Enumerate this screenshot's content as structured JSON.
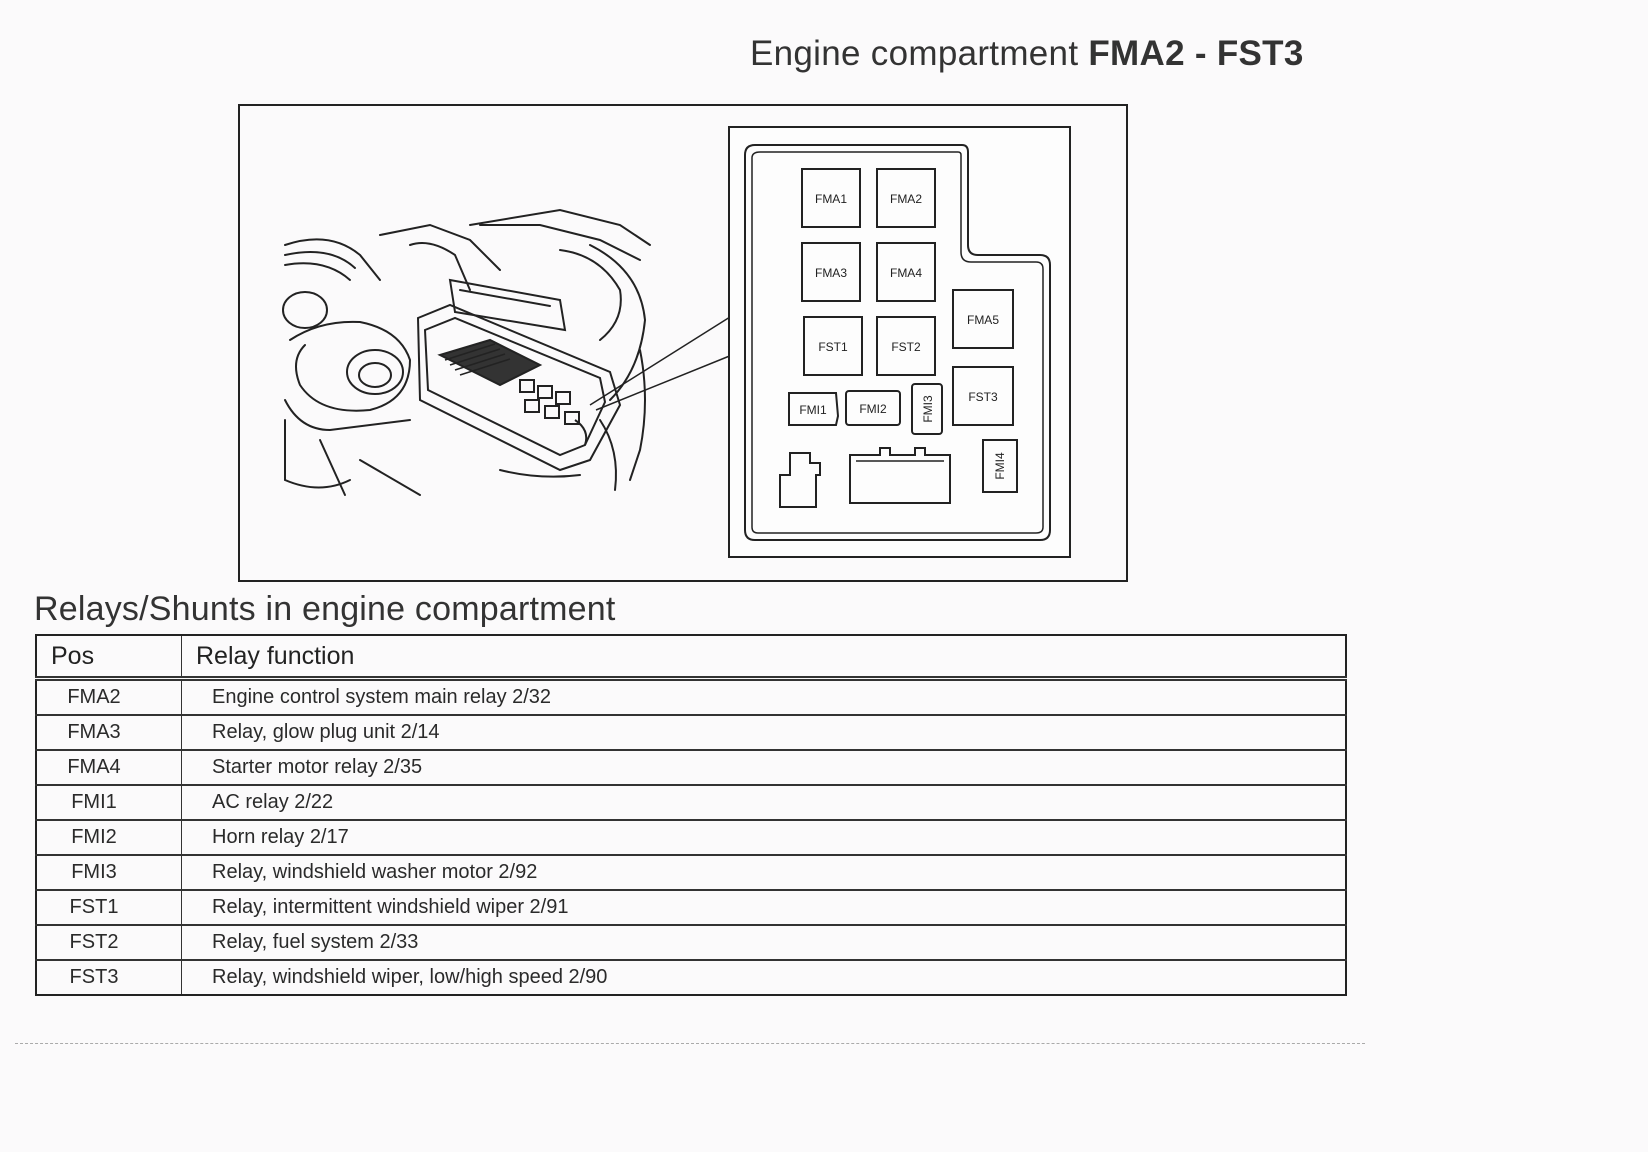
{
  "header": {
    "title_prefix": "Engine compartment ",
    "title_code": "FMA2 - FST3"
  },
  "diagram": {
    "fuses": {
      "fma1": "FMA1",
      "fma2": "FMA2",
      "fma3": "FMA3",
      "fma4": "FMA4",
      "fma5": "FMA5",
      "fst1": "FST1",
      "fst2": "FST2",
      "fst3": "FST3",
      "fmi1": "FMI1",
      "fmi2": "FMI2",
      "fmi3": "FMI3",
      "fmi4": "FMI4"
    }
  },
  "relays": {
    "heading": "Relays/Shunts in engine compartment",
    "columns": {
      "pos": "Pos",
      "function": "Relay function"
    },
    "rows": [
      {
        "pos": "FMA2",
        "function": "Engine control system main relay 2/32"
      },
      {
        "pos": "FMA3",
        "function": "Relay, glow plug unit 2/14"
      },
      {
        "pos": "FMA4",
        "function": "Starter motor relay 2/35"
      },
      {
        "pos": "FMI1",
        "function": "AC relay 2/22"
      },
      {
        "pos": "FMI2",
        "function": "Horn relay 2/17"
      },
      {
        "pos": "FMI3",
        "function": "Relay, windshield washer motor 2/92"
      },
      {
        "pos": "FST1",
        "function": "Relay, intermittent windshield wiper 2/91"
      },
      {
        "pos": "FST2",
        "function": "Relay, fuel system 2/33"
      },
      {
        "pos": "FST3",
        "function": "Relay, windshield wiper, low/high speed 2/90"
      }
    ]
  }
}
